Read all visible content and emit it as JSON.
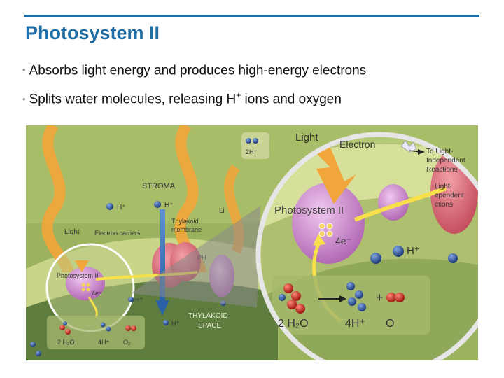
{
  "slide": {
    "title": "Photosystem II",
    "bullets": [
      {
        "text_before": "Absorbs light energy and produces high-energy electrons",
        "sup": "",
        "text_after": ""
      },
      {
        "text_before": "Splits water molecules, releasing H",
        "sup": "+",
        "text_after": " ions and oxygen"
      }
    ]
  },
  "figure": {
    "labels": {
      "stroma": "STROMA",
      "light": "Light",
      "electron_carriers": "Electron carriers",
      "thylakoid_membrane_1": "Thylakoid",
      "thylakoid_membrane_2": "membrane",
      "photosystem": "Photosystem II",
      "four_e": "4e⁻",
      "h_plus": "H⁺",
      "thylakoid_space_1": "THYLAKOID",
      "thylakoid_space_2": "SPACE",
      "water": "2 H₂O",
      "four_h": "4H⁺",
      "oxygen": "O₂",
      "ph_partial": "PH",
      "li_partial": "Li",
      "two_h": "2H⁺",
      "zoom_light": "Light",
      "zoom_electron": "Electron",
      "to_light_1": "To Light-",
      "to_light_2": "Independent",
      "to_light_3": "Reactions",
      "light_dep_1": "Light-",
      "light_dep_2": "ependent",
      "light_dep_3": "ctions",
      "zoom_photosystem": "Photosystem II",
      "zoom_four_e": "4e⁻",
      "zoom_h_plus": "H⁺",
      "zoom_water": "2 H₂O",
      "zoom_four_h": "4H⁺",
      "zoom_o": "O"
    }
  }
}
